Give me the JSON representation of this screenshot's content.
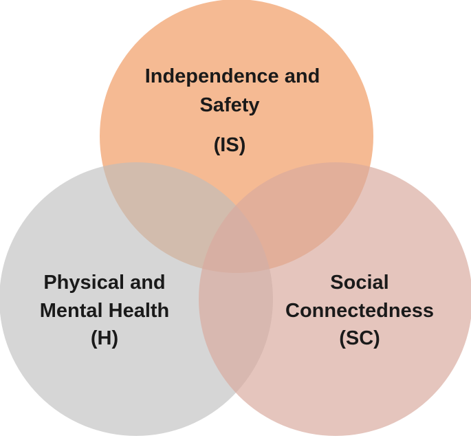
{
  "diagram": {
    "type": "venn",
    "circles": [
      {
        "id": "is",
        "lines": [
          "Independence and",
          "Safety",
          "(IS)"
        ],
        "color": "#f2a36f"
      },
      {
        "id": "h",
        "lines": [
          "Physical and",
          "Mental Health",
          "(H)"
        ],
        "color": "#bdbdbd"
      },
      {
        "id": "sc",
        "lines": [
          "Social",
          "Connectedness",
          "(SC)"
        ],
        "color": "#d9a99e"
      }
    ]
  }
}
